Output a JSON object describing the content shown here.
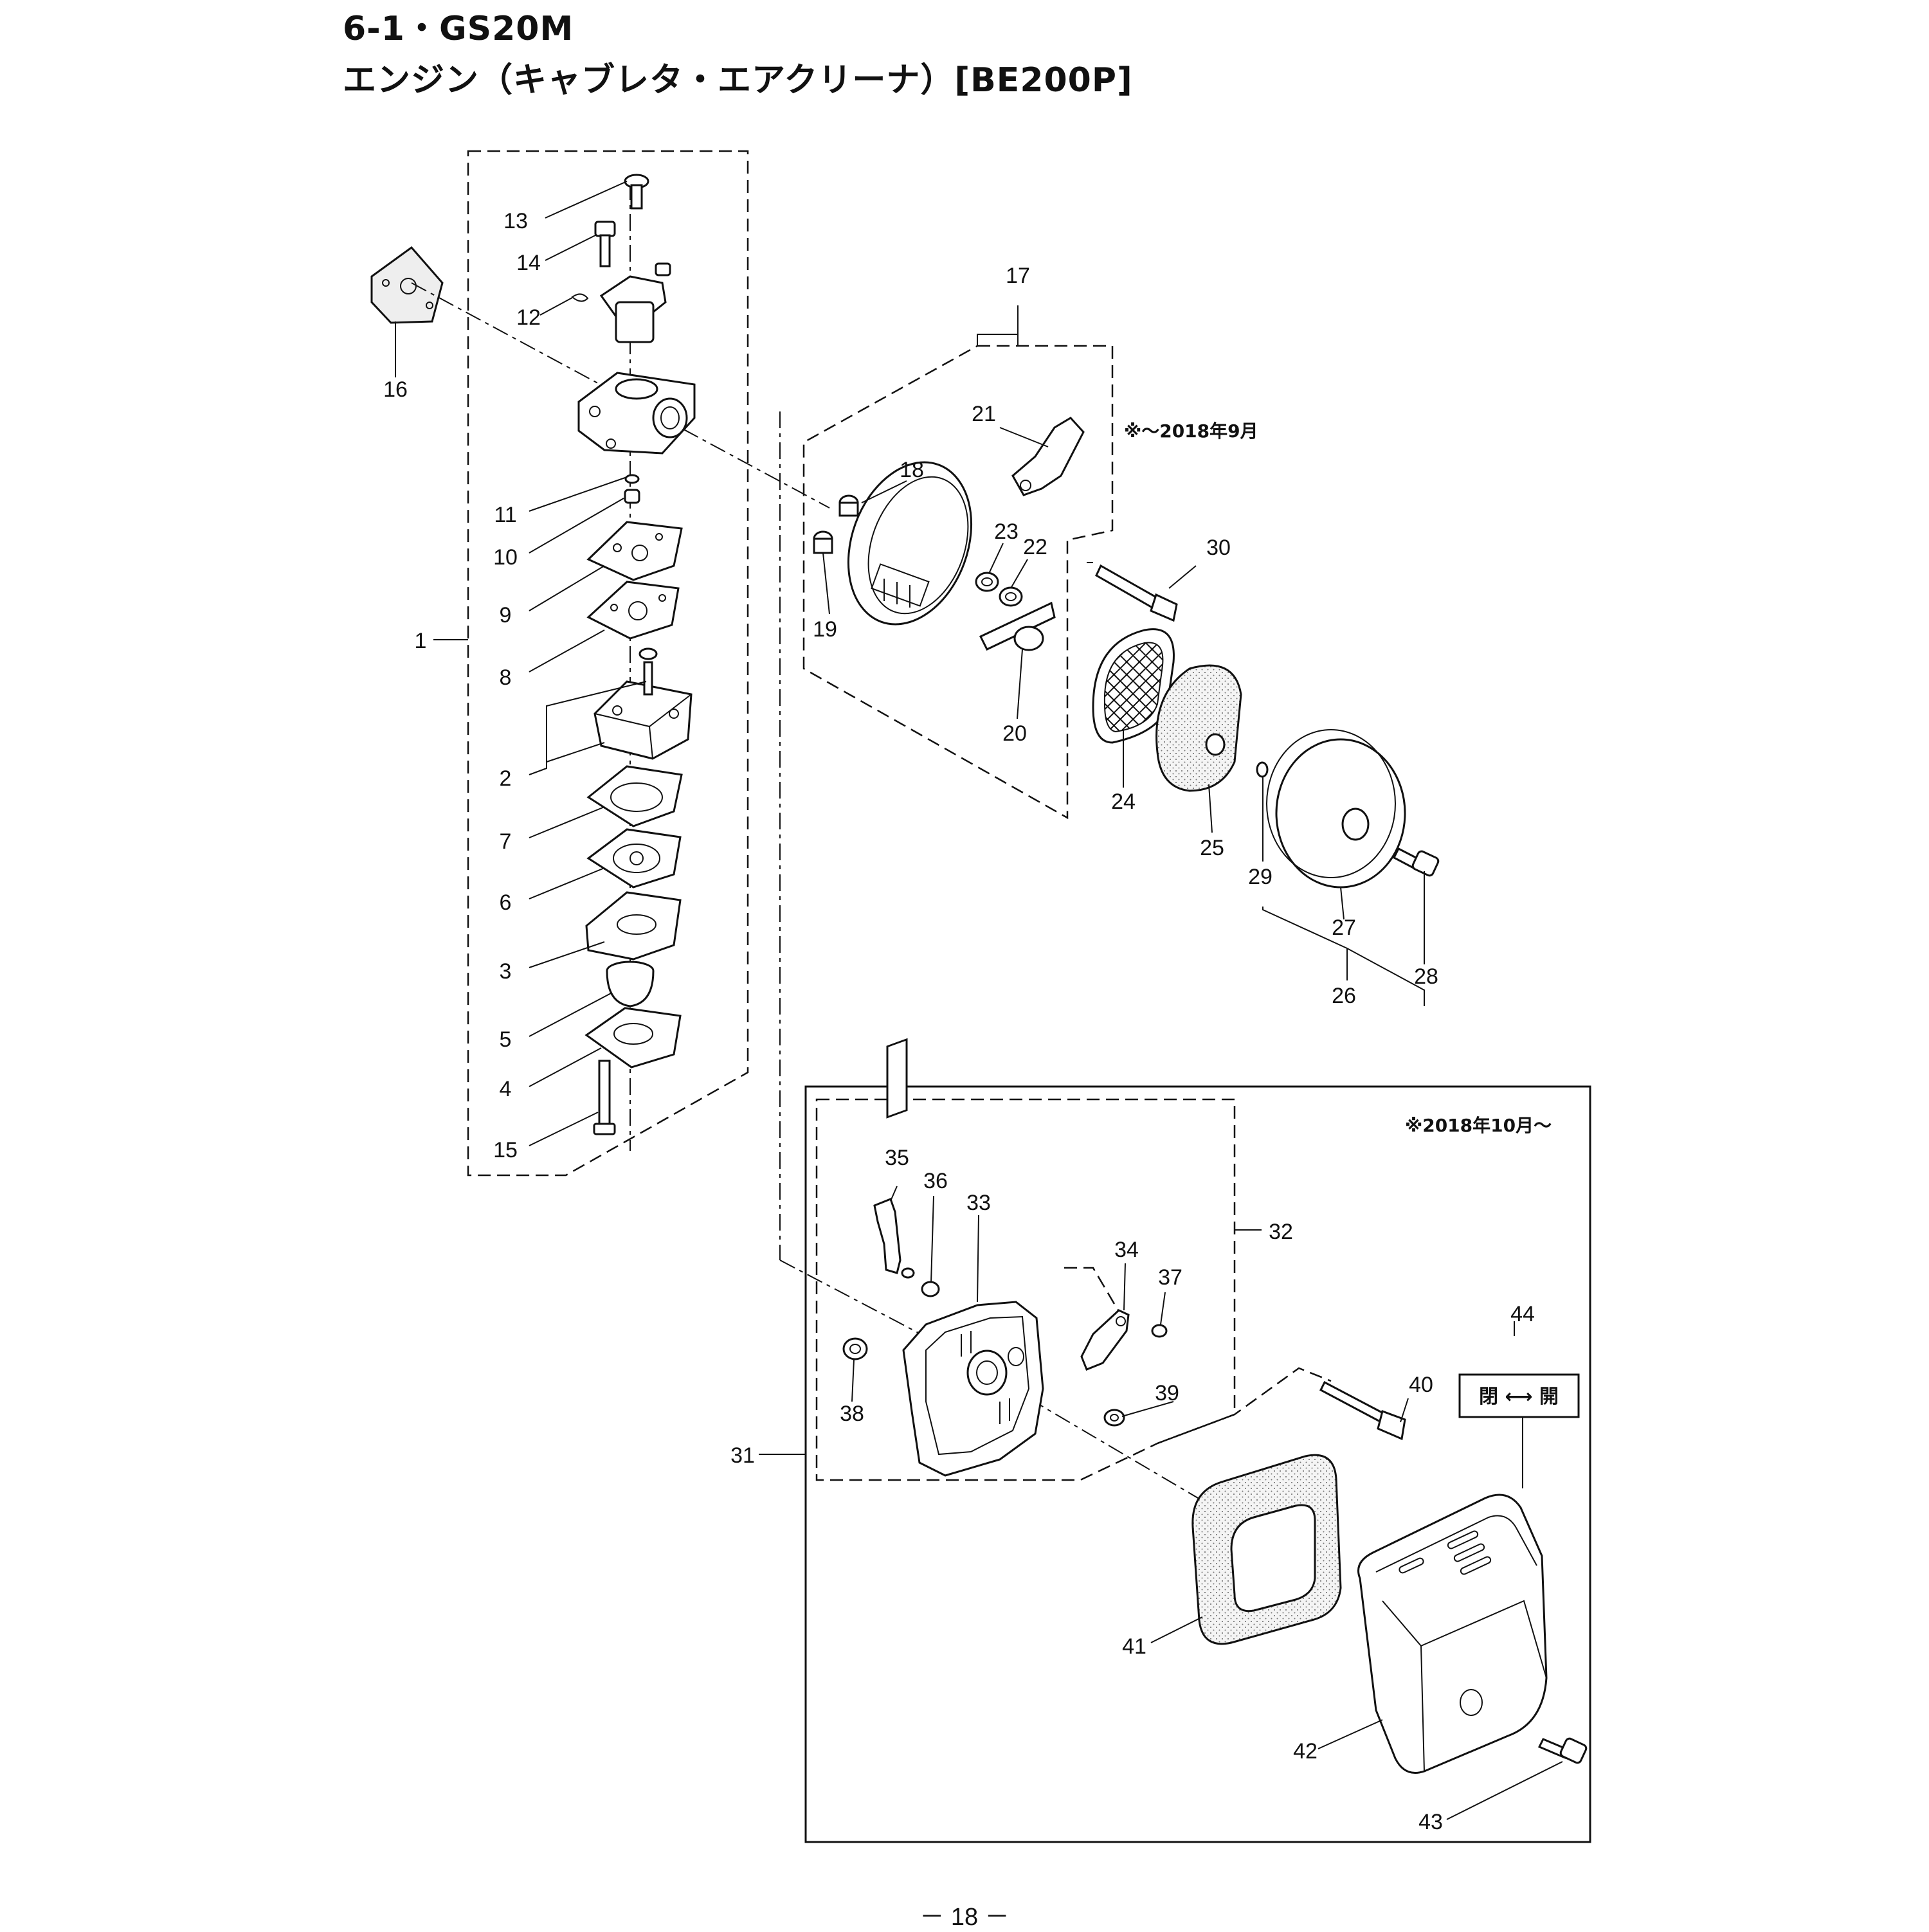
{
  "header": {
    "section": "6-1・GS20M",
    "title": "エンジン（キャブレタ・エアクリーナ）[BE200P]"
  },
  "notes": {
    "old_model": "※～2018年9月",
    "new_model": "※2018年10月～"
  },
  "switch_label": "閉 ⟷ 開",
  "page_number": "－ 18 －",
  "parts": [
    "1",
    "2",
    "3",
    "4",
    "5",
    "6",
    "7",
    "8",
    "9",
    "10",
    "11",
    "12",
    "13",
    "14",
    "15",
    "16",
    "17",
    "18",
    "19",
    "20",
    "21",
    "22",
    "23",
    "24",
    "25",
    "26",
    "27",
    "28",
    "29",
    "30",
    "31",
    "32",
    "33",
    "34",
    "35",
    "36",
    "37",
    "38",
    "39",
    "40",
    "41",
    "42",
    "43",
    "44"
  ]
}
